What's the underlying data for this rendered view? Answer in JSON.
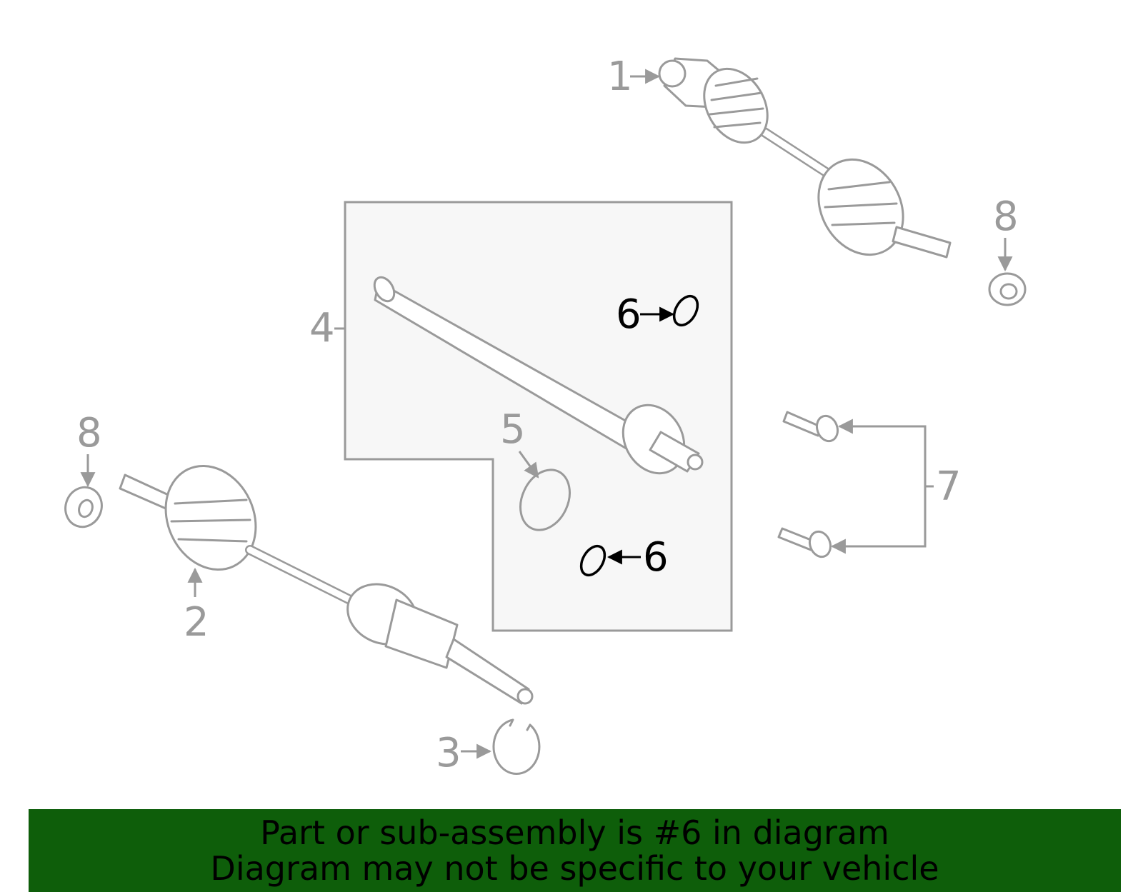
{
  "callouts": {
    "c1": "1",
    "c2": "2",
    "c3": "3",
    "c4": "4",
    "c5": "5",
    "c6a": "6",
    "c6b": "6",
    "c7": "7",
    "c8a": "8",
    "c8b": "8"
  },
  "highlighted_part": "6",
  "colors": {
    "part_outline": "#9a9a9a",
    "highlight": "#000000",
    "group_panel": "#f7f7f7",
    "banner_bg": "#0e5e0a"
  },
  "banner": {
    "line1": "Part or sub-assembly is #6 in diagram",
    "line2": "Diagram may not be specific to your vehicle"
  }
}
